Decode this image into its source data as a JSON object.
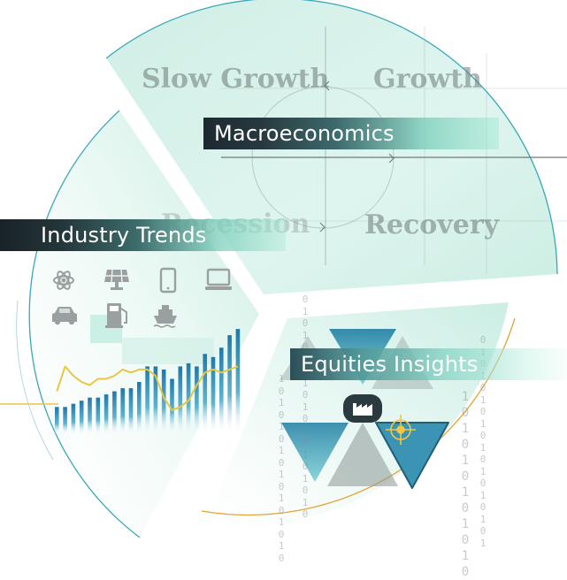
{
  "banners": {
    "macroeconomics": "Macroeconomics",
    "industry_trends": "Industry Trends",
    "equities_insights": "Equities Insights"
  },
  "cycle_quadrants": {
    "slow_growth": "Slow Growth",
    "growth": "Growth",
    "recession": "Recession",
    "recovery": "Recovery"
  },
  "binary_streams": [
    "0101010101010101010",
    "1010101010101010",
    "010101010101010101",
    "101010101010"
  ],
  "icons": [
    "atom-icon",
    "solar-panel-icon",
    "smartphone-icon",
    "laptop-icon",
    "car-icon",
    "fuel-pump-icon",
    "ship-icon",
    "factory-icon",
    "target-icon"
  ],
  "colors": {
    "teal_line": "#3aa7b7",
    "orange_line": "#e4a436",
    "mint": "#bfece0",
    "dark_banner": "#1f2d32",
    "bar_blue": "#2d86b0",
    "yellow_line": "#e9c642"
  },
  "chart_data": {
    "type": "bar",
    "values": [
      9,
      9,
      10,
      11,
      12,
      12,
      13,
      14,
      15,
      15,
      17,
      22,
      22,
      21,
      18,
      22,
      23,
      22,
      26,
      25,
      28,
      32,
      34
    ],
    "line_values": [
      14,
      22,
      19,
      17,
      16,
      18,
      18,
      19,
      21,
      20,
      21,
      21,
      19,
      12,
      8,
      9,
      11,
      16,
      20,
      21,
      20,
      21,
      22
    ],
    "ylim": [
      0,
      36
    ],
    "grid": false
  }
}
